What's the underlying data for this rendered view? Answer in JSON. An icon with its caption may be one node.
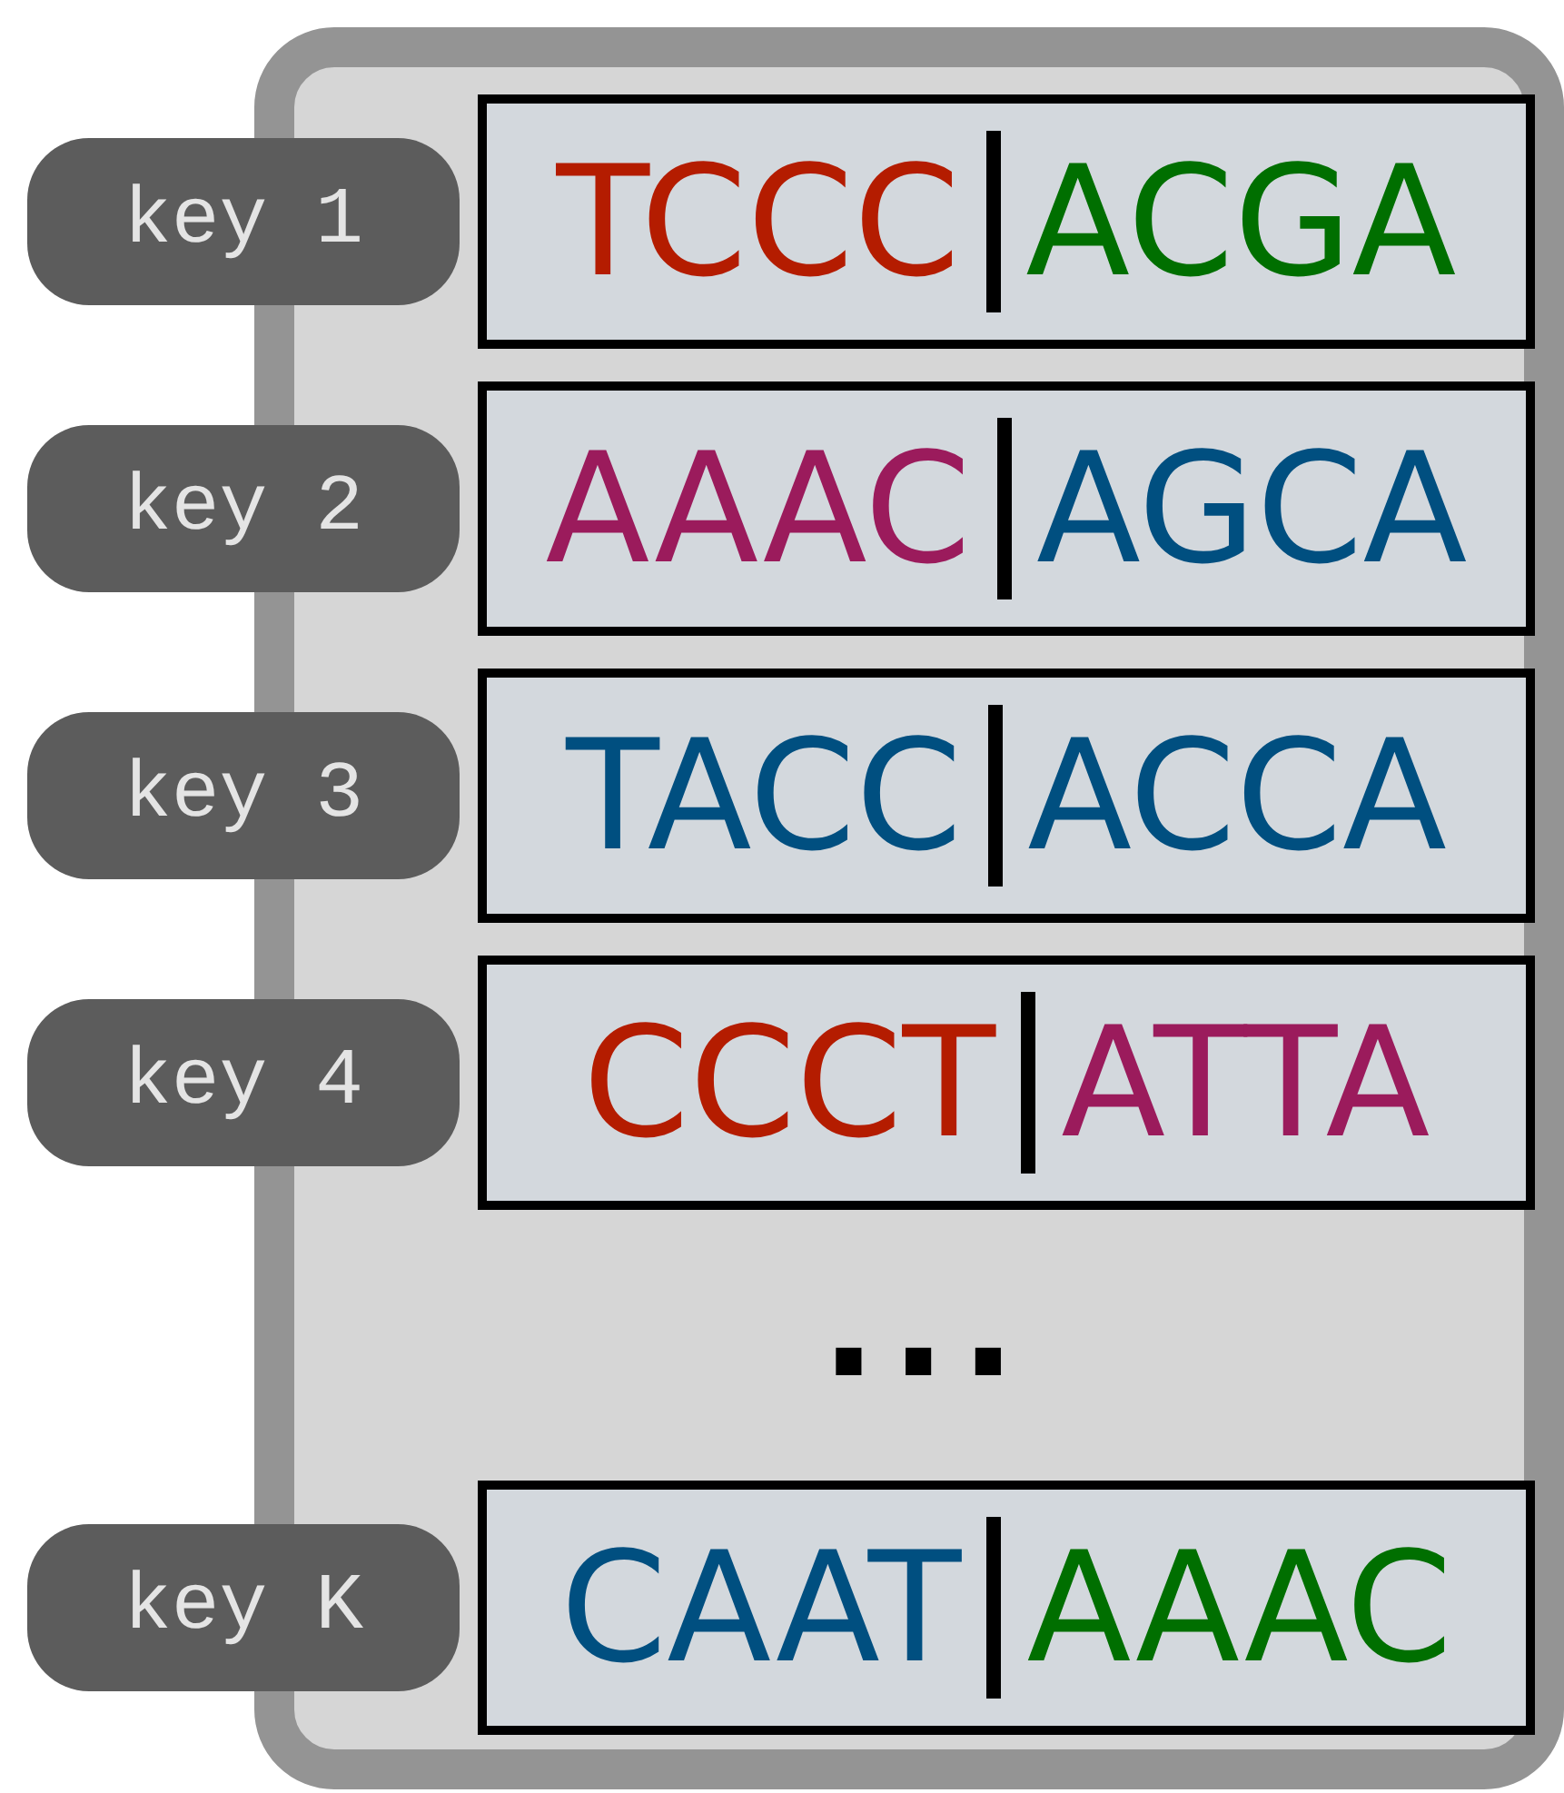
{
  "diagram": {
    "nodes": [
      {
        "text": [],
        "shape": "box"
      },
      {
        "text": [
          "key 1"
        ]
      },
      {
        "text": [
          "TCCC",
          "ACGA"
        ],
        "in": 0
      },
      {
        "text": [
          "key 2"
        ]
      },
      {
        "text": [
          "AAAC",
          "AGCA"
        ],
        "in": 0
      },
      {
        "text": [
          "key 3"
        ]
      },
      {
        "text": [
          "TACC",
          "ACCA"
        ],
        "in": 0
      },
      {
        "text": [
          "key 4"
        ]
      },
      {
        "text": [
          "CCCT",
          "ATTA"
        ],
        "in": 0
      },
      {
        "text": [
          "key K"
        ]
      },
      {
        "text": [
          "CAAT",
          "AAAC"
        ],
        "in": 0
      }
    ],
    "labels": [
      "..."
    ]
  }
}
